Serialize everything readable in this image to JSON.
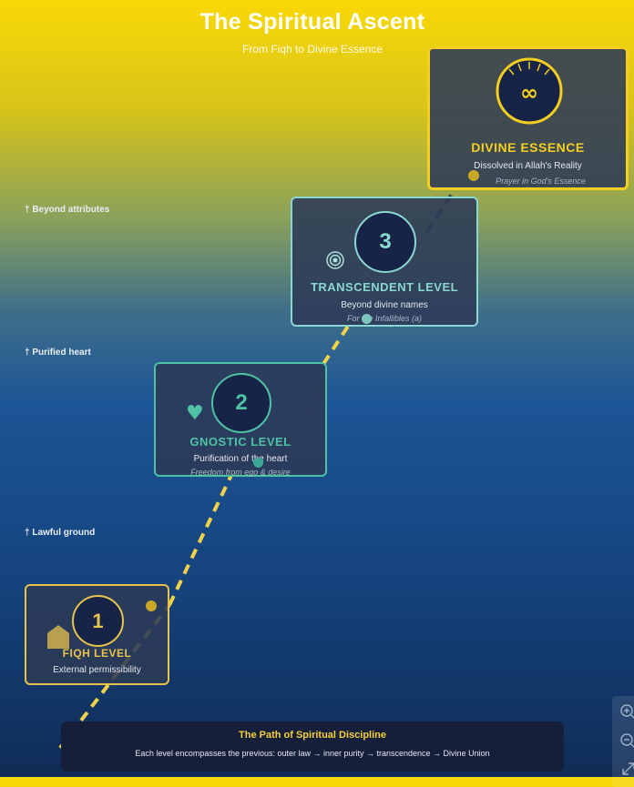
{
  "header": {
    "title": "The Spiritual Ascent",
    "subtitle": "From Fiqh to Divine Essence"
  },
  "markers": [
    "† Beyond attributes",
    "† Purified heart",
    "† Lawful ground"
  ],
  "levels": {
    "divine": {
      "badge": "∞",
      "title": "DIVINE ESSENCE",
      "desc": "Dissolved in Allah's Reality",
      "note": "Prayer in God's Essence",
      "color": "#f5cf1f",
      "icon": "sunburst-icon"
    },
    "transcendent": {
      "badge": "3",
      "title": "TRANSCENDENT LEVEL",
      "desc": "Beyond divine names",
      "note": "For the Infallibles (a)",
      "color": "#8ad7cf",
      "icon": "concentric-circles-icon"
    },
    "gnostic": {
      "badge": "2",
      "title": "GNOSTIC LEVEL",
      "desc": "Purification of the heart",
      "note": "Freedom from ego & desire",
      "color": "#4fc2a6",
      "icon": "heart-icon"
    },
    "fiqh": {
      "badge": "1",
      "title": "FIQH LEVEL",
      "desc": "External permissibility",
      "note": "",
      "color": "#e6c34d",
      "icon": "house-icon"
    }
  },
  "footer": {
    "title": "The Path of Spiritual Discipline",
    "text": "Each level encompasses the previous: outer law → inner purity → transcendence → Divine Union"
  },
  "zoom_controls": [
    "zoom-in-icon",
    "zoom-out-icon",
    "fit-view-icon"
  ]
}
